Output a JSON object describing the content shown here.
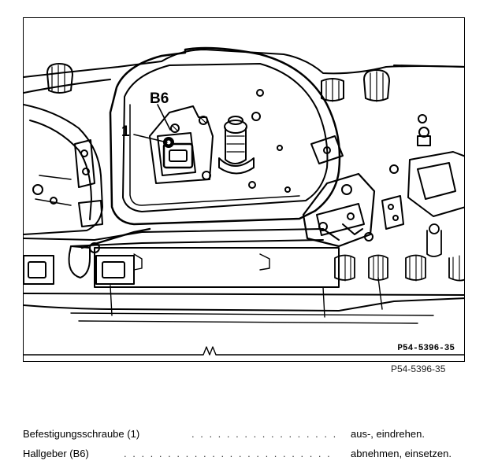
{
  "figure": {
    "code_inner": "P54-5396-35",
    "code_caption": "P54-5396-35",
    "callouts": [
      {
        "id": "1",
        "text": "1"
      },
      {
        "id": "B6",
        "text": "B6"
      }
    ]
  },
  "legend": [
    {
      "label": "Befestigungsschraube (1)",
      "action": "aus-, eindrehen."
    },
    {
      "label": "Hallgeber (B6)",
      "action": "abnehmen, einsetzen."
    }
  ]
}
